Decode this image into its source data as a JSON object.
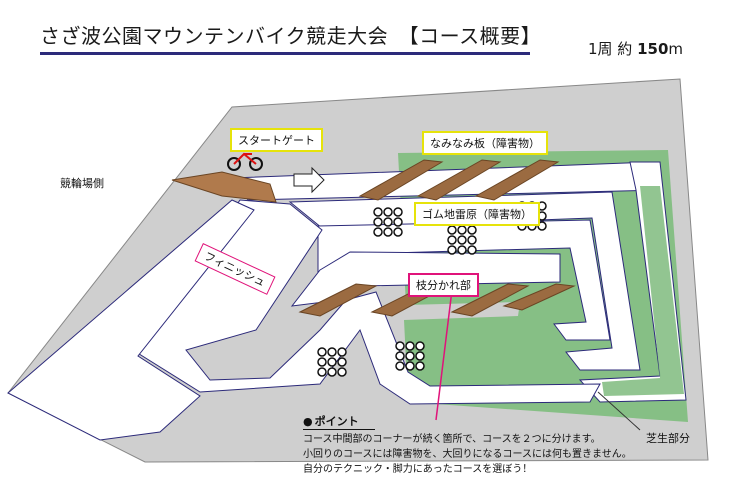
{
  "header": {
    "title": "さざ波公園マウンテンバイク競走大会　【コース概要】",
    "lap_prefix": "1周 約 ",
    "lap_value": "150",
    "lap_unit": "m"
  },
  "labels": {
    "start_gate": "スタートゲート",
    "finish": "フィニッシュ",
    "velodrome_side": "競輪場側",
    "wave_board": "なみなみ板（障害物）",
    "rubber_minefield": "ゴム地雷原（障害物）",
    "branch": "枝分かれ部",
    "grass": "芝生部分"
  },
  "point": {
    "title": "ポイント",
    "lines": [
      "コース中間部のコーナーが続く箇所で、コースを２つに分けます。",
      "小回りのコースには障害物を、大回りになるコースには何も置きません。",
      "自分のテクニック・脚力にあったコースを選ぼう！"
    ]
  },
  "colors": {
    "ground": "#cfcfcf",
    "grass": "#86bf85",
    "track_edge": "#2c2a7a",
    "wood": "#9b6b41",
    "label_yellow": "#e6e30a",
    "label_magenta": "#e0137a"
  }
}
